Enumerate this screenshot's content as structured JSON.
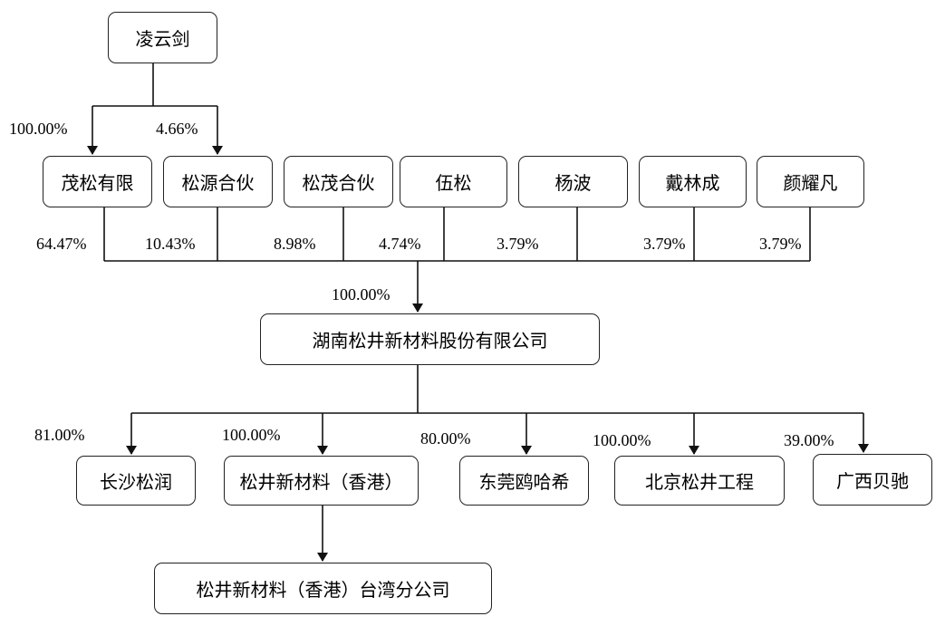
{
  "nodes": {
    "ling_yunjian": "凌云剑",
    "maosong": "茂松有限",
    "songyuan": "松源合伙",
    "songmao": "松茂合伙",
    "wusong": "伍松",
    "yangbo": "杨波",
    "dai_lincheng": "戴林成",
    "yan_yaofan": "颜耀凡",
    "company": "湖南松井新材料股份有限公司",
    "changsha": "长沙松润",
    "hongkong": "松井新材料（香港）",
    "dongguan": "东莞鸥哈希",
    "beijing": "北京松井工程",
    "guangxi": "广西贝驰",
    "taiwan": "松井新材料（香港）台湾分公司"
  },
  "percentages": {
    "ling_to_maosong": "100.00%",
    "ling_to_songyuan": "4.66%",
    "maosong": "64.47%",
    "songyuan": "10.43%",
    "songmao": "8.98%",
    "wusong": "4.74%",
    "yangbo": "3.79%",
    "dai_lincheng": "3.79%",
    "yan_yaofan": "3.79%",
    "to_company": "100.00%",
    "changsha": "81.00%",
    "hongkong": "100.00%",
    "dongguan": "80.00%",
    "beijing": "100.00%",
    "guangxi": "39.00%"
  }
}
